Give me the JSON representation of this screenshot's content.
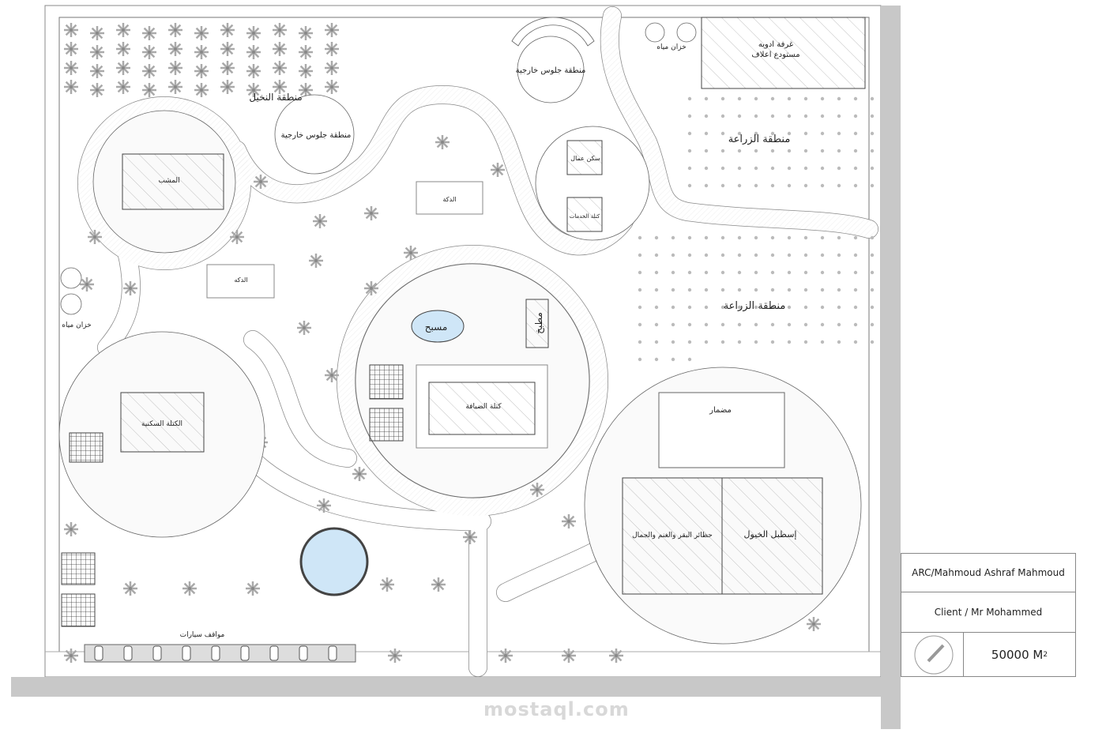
{
  "labels": {
    "palm_zone": "منطقة النخيل",
    "outdoor_seating_1": "منطقة جلوس خارجية",
    "outdoor_seating_2": "منطقة جلوس خارجية",
    "water_tanks_top": "خزان مياه",
    "water_tanks_left": "خزان مياه",
    "medicine_room": "غرفة ادويه",
    "feed_storage": "مستودع اعلاف",
    "farming_zone_1": "منطقة الزراعة",
    "farming_zone_2": "منطقة الزراعة",
    "pergola": "المشب",
    "workers_housing": "سكن عمال",
    "services_block": "كتلة الخدمات",
    "platform_1": "الدكة",
    "platform_2": "الدكه",
    "pool": "مسبح",
    "kitchen": "مطبخ",
    "guest_block": "كتلة الضيافة",
    "residential_block": "الكتلة السكنية",
    "race_track": "مضمار",
    "cattle_pens": "حظائر البقر والغنم والجمال",
    "horse_stable": "إسطبل الخيول",
    "parking": "مواقف سيارات"
  },
  "title_block": {
    "architect": "ARC/Mahmoud Ashraf Mahmoud",
    "client": "Client / Mr Mohammed",
    "area_value": "50000 M",
    "area_unit_sub": "2"
  },
  "watermark": "mostaql.com",
  "colors": {
    "water": "#cfe6f7",
    "line": "#555555",
    "bar": "#c8c8c8"
  }
}
